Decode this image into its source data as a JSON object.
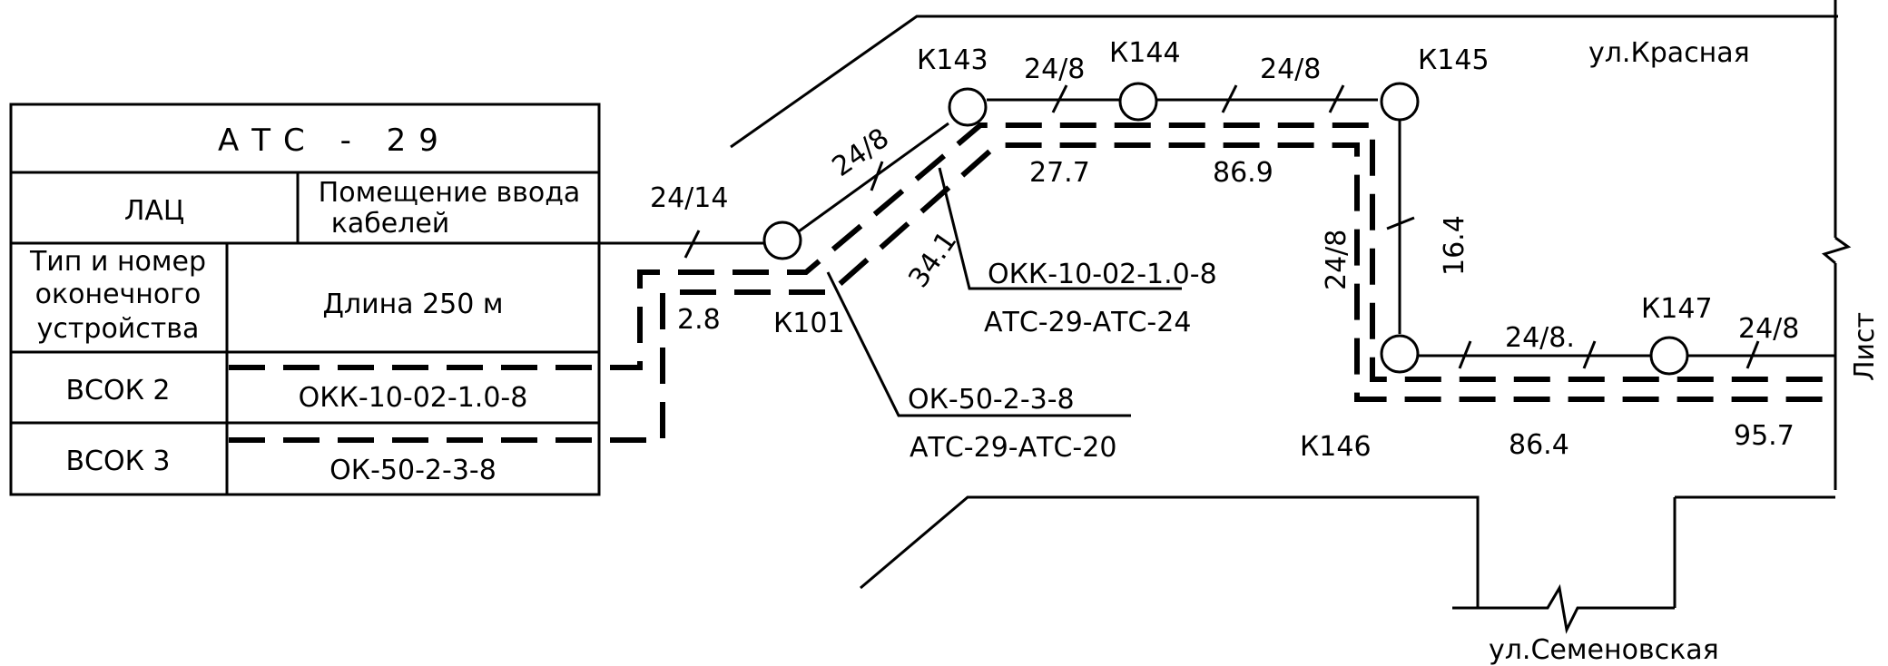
{
  "table": {
    "title": "АТС - 29",
    "lac": "ЛАЦ",
    "cable_entry": [
      "Помещение ввода",
      "кабелей"
    ],
    "terminal_type": [
      "Тип и номер",
      "оконечного",
      "устройства"
    ],
    "length": "Длина 250 м",
    "row1_name": "ВСОК 2",
    "row1_cable": "ОКК-10-02-1.0-8",
    "row2_name": "ВСОК 3",
    "row2_cable": "ОК-50-2-3-8"
  },
  "wells": {
    "k101": "К101",
    "k143": "К143",
    "k144": "К144",
    "k145": "К145",
    "k146": "К146",
    "k147": "К147"
  },
  "ducts": {
    "d1": "24/14",
    "d2": "24/8",
    "d3": "24/8",
    "d4": "24/8",
    "d5": "24/8",
    "d6": "24/8.",
    "d7": "24/8"
  },
  "lengths": {
    "l1": "2.8",
    "l2": "34.1",
    "l3": "27.7",
    "l4": "86.9",
    "l5": "16.4",
    "l6": "86.4",
    "l7": "95.7"
  },
  "cables": {
    "c1_type": "ОКК-10-02-1.0-8",
    "c1_route": "АТС-29-АТС-24",
    "c2_type": "ОК-50-2-3-8",
    "c2_route": "АТС-29-АТС-20"
  },
  "streets": {
    "red": "ул.Красная",
    "semenovskaya": "ул.Семеновская"
  },
  "sheet_label": "Лист"
}
